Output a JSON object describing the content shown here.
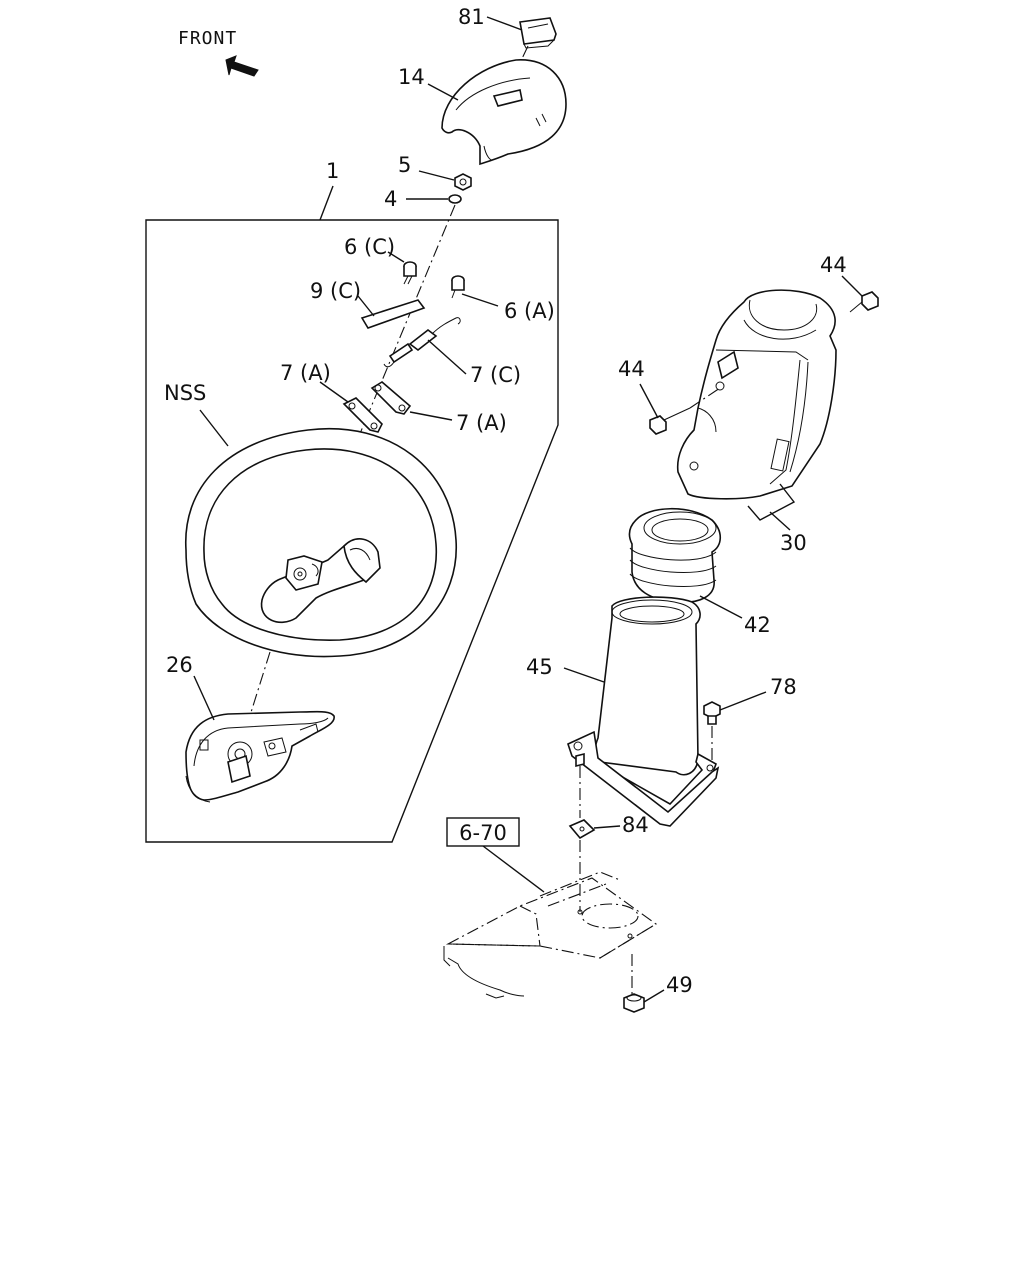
{
  "front_label": "FRONT",
  "labels": {
    "p81": "81",
    "p14": "14",
    "p5": "5",
    "p4": "4",
    "p1": "1",
    "p6c": "6 (C)",
    "p9c": "9 (C)",
    "p6a": "6 (A)",
    "p7c": "7 (C)",
    "p7a_left": "7 (A)",
    "p7a_right": "7 (A)",
    "nss": "NSS",
    "p26": "26",
    "p44_top": "44",
    "p44_mid": "44",
    "p30": "30",
    "p42": "42",
    "p45": "45",
    "p78": "78",
    "p84": "84",
    "ref_670": "6-70",
    "p49": "49"
  }
}
